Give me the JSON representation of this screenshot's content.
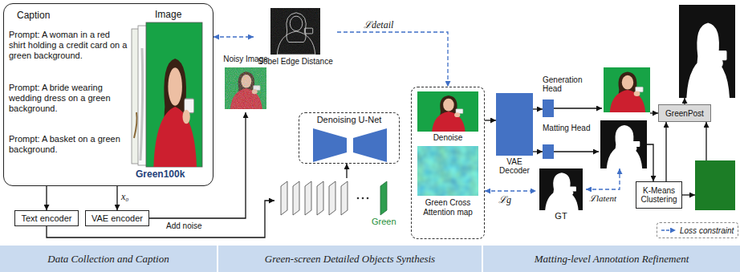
{
  "diagram": {
    "nodes": [
      {
        "text": [
          "Caption",
          "Image",
          "Prompt: A woman in a red shirt holding a credit card on a green background.",
          "Prompt: A bride wearing wedding dress on a green background.",
          "Prompt: A basket on a green background.",
          "Green100k"
        ]
      },
      {
        "text": [
          "Text encoder"
        ]
      },
      {
        "text": [
          "VAE encoder"
        ]
      },
      {
        "text": [
          "Noisy Image"
        ]
      },
      {
        "text": [
          "Sobel Edge Distance"
        ]
      },
      {
        "text": [
          "Denoising U-Net"
        ]
      },
      {
        "text": [
          "Green"
        ]
      },
      {
        "text": [
          "Denoise",
          "Green Cross Attention map"
        ]
      },
      {
        "text": [
          "VAE Decoder"
        ]
      },
      {
        "text": [
          "Generation Head"
        ]
      },
      {
        "text": [
          "Matting Head"
        ]
      },
      {
        "text": [
          "GT"
        ]
      },
      {
        "text": [
          "K-Means Clustering"
        ]
      },
      {
        "text": [
          "GreenPost"
        ]
      },
      {
        "text": [
          "Data Collection and Caption"
        ]
      },
      {
        "text": [
          "Green-screen Detailed Objects Synthesis"
        ]
      },
      {
        "text": [
          "Matting-level Annotation Refinement"
        ]
      }
    ],
    "edges": [
      {
        "from": 0,
        "to": 1,
        "arrow": "to"
      },
      {
        "from": 0,
        "to": 2,
        "arrow": "to",
        "label": "x₀"
      },
      {
        "from": 2,
        "to": 3,
        "arrow": "to",
        "label": "Add noise"
      },
      {
        "from": 1,
        "to": 6,
        "arrow": "to"
      },
      {
        "from": 6,
        "to": 5,
        "arrow": "to"
      },
      {
        "from": 0,
        "to": 4,
        "arrow": "both"
      },
      {
        "from": 4,
        "to": 7,
        "arrow": "to",
        "label": "ℒdetail"
      },
      {
        "from": 7,
        "to": 8,
        "arrow": "to"
      },
      {
        "from": 8,
        "to": 9,
        "arrow": "to"
      },
      {
        "from": 8,
        "to": 10,
        "arrow": "to"
      },
      {
        "from": 7,
        "to": 11,
        "arrow": "both",
        "label": "ℒg"
      },
      {
        "from": 12,
        "to": 13,
        "arrow": "to"
      }
    ],
    "labels": [
      "ℒlatent"
    ],
    "legend": [
      {
        "text": "Loss constraint"
      }
    ]
  }
}
